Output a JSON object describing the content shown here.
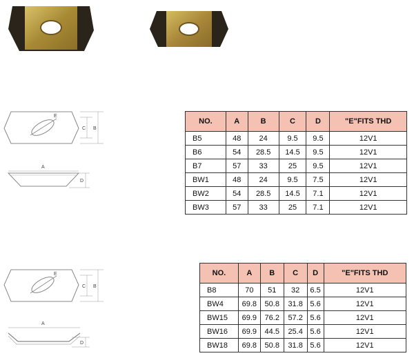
{
  "colors": {
    "header_bg": "#f5c1b3",
    "part_brass": "#b89a3a",
    "part_edge": "#2b2418"
  },
  "drawing_labels": {
    "a": "A",
    "b": "B",
    "c": "C",
    "d": "D",
    "e": "E"
  },
  "table1": {
    "headers": [
      "NO.",
      "A",
      "B",
      "C",
      "D",
      "\"E\"FITS THD"
    ],
    "rows": [
      [
        "B5",
        "48",
        "24",
        "9.5",
        "9.5",
        "12V1"
      ],
      [
        "B6",
        "54",
        "28.5",
        "14.5",
        "9.5",
        "12V1"
      ],
      [
        "B7",
        "57",
        "33",
        "25",
        "9.5",
        "12V1"
      ],
      [
        "BW1",
        "48",
        "24",
        "9.5",
        "7.5",
        "12V1"
      ],
      [
        "BW2",
        "54",
        "28.5",
        "14.5",
        "7.1",
        "12V1"
      ],
      [
        "BW3",
        "57",
        "33",
        "25",
        "7.1",
        "12V1"
      ]
    ]
  },
  "table2": {
    "headers": [
      "NO.",
      "A",
      "B",
      "C",
      "D",
      "\"E\"FITS THD"
    ],
    "rows": [
      [
        "B8",
        "70",
        "51",
        "32",
        "6.5",
        "12V1"
      ],
      [
        "BW4",
        "69.8",
        "50.8",
        "31.8",
        "5.6",
        "12V1"
      ],
      [
        "BW15",
        "69.9",
        "76.2",
        "57.2",
        "5.6",
        "12V1"
      ],
      [
        "BW16",
        "69.9",
        "44.5",
        "25.4",
        "5.6",
        "12V1"
      ],
      [
        "BW18",
        "69.8",
        "50.8",
        "31.8",
        "5.6",
        "12V1"
      ]
    ]
  }
}
